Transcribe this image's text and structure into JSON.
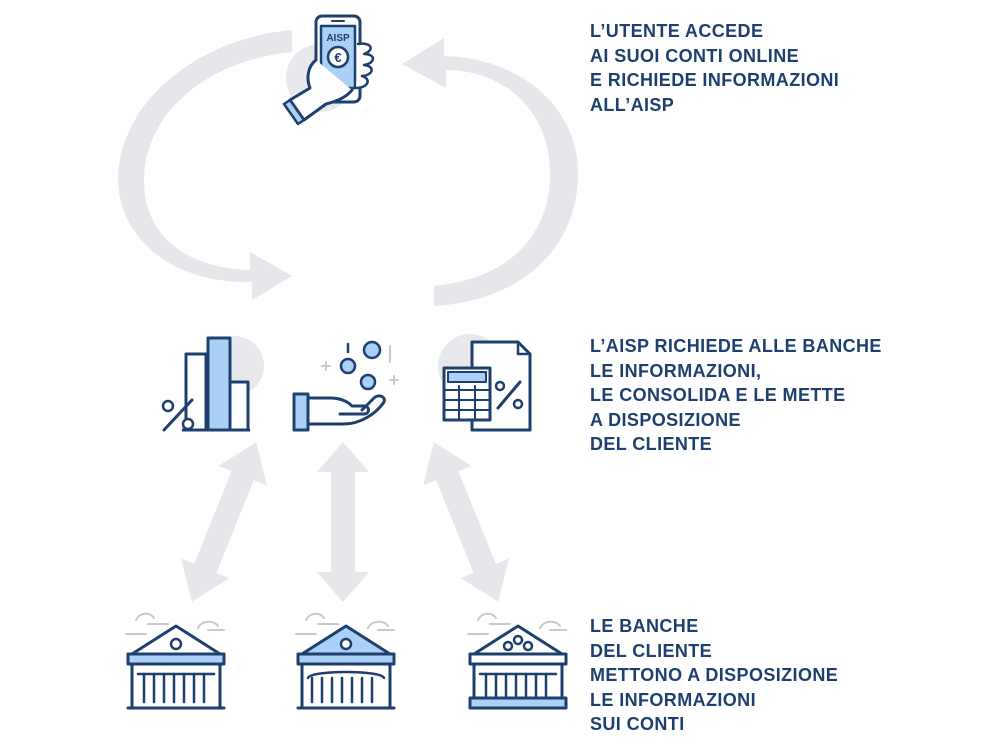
{
  "colors": {
    "navy": "#1f3f6e",
    "light_blue": "#a9d0f5",
    "arrow_grey": "#e6e7ea",
    "bubble_grey": "#e8e9ec"
  },
  "phone": {
    "label": "AISP",
    "currency_symbol": "€"
  },
  "steps": [
    {
      "lines": [
        "L’UTENTE ACCEDE",
        "AI SUOI CONTI ONLINE",
        "E RICHIEDE INFORMAZIONI",
        "ALL’AISP"
      ]
    },
    {
      "lines": [
        "L’AISP RICHIEDE ALLE BANCHE",
        "LE INFORMAZIONI,",
        "LE CONSOLIDA E LE METTE",
        "A DISPOSIZIONE",
        "DEL CLIENTE"
      ]
    },
    {
      "lines": [
        "LE BANCHE",
        "DEL CLIENTE",
        "METTONO A DISPOSIZIONE",
        "LE INFORMAZIONI",
        "SUI CONTI"
      ]
    }
  ],
  "icons": {
    "phone": "phone-aisp-icon",
    "bar_chart": "bar-chart-percent-icon",
    "hand_coins": "hand-coins-icon",
    "calc_doc": "calculator-document-percent-icon",
    "bank": "bank-building-icon"
  }
}
